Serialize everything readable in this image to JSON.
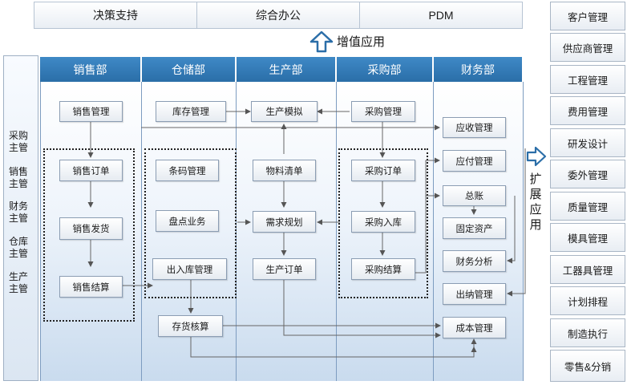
{
  "top_bar": [
    "决策支持",
    "综合办公",
    "PDM"
  ],
  "value_added": "增值应用",
  "extend": "扩展应用",
  "roles": [
    "采购主管",
    "销售主管",
    "财务主管",
    "仓库主管",
    "生产主管"
  ],
  "departments": [
    "销售部",
    "仓储部",
    "生产部",
    "采购部",
    "财务部"
  ],
  "sales": [
    "销售管理",
    "销售订单",
    "销售发货",
    "销售结算"
  ],
  "warehouse": [
    "库存管理",
    "条码管理",
    "盘点业务",
    "出入库管理",
    "存货核算"
  ],
  "production": [
    "生产模拟",
    "物料清单",
    "需求规划",
    "生产订单"
  ],
  "purchase": [
    "采购管理",
    "采购订单",
    "采购入库",
    "采购结算"
  ],
  "finance": [
    "应收管理",
    "应付管理",
    "总账",
    "固定资产",
    "财务分析",
    "出纳管理",
    "成本管理"
  ],
  "extended_modules": [
    "客户管理",
    "供应商管理",
    "工程管理",
    "费用管理",
    "研发设计",
    "委外管理",
    "质量管理",
    "模具管理",
    "工器具管理",
    "计划排程",
    "制造执行",
    "零售&分销"
  ]
}
